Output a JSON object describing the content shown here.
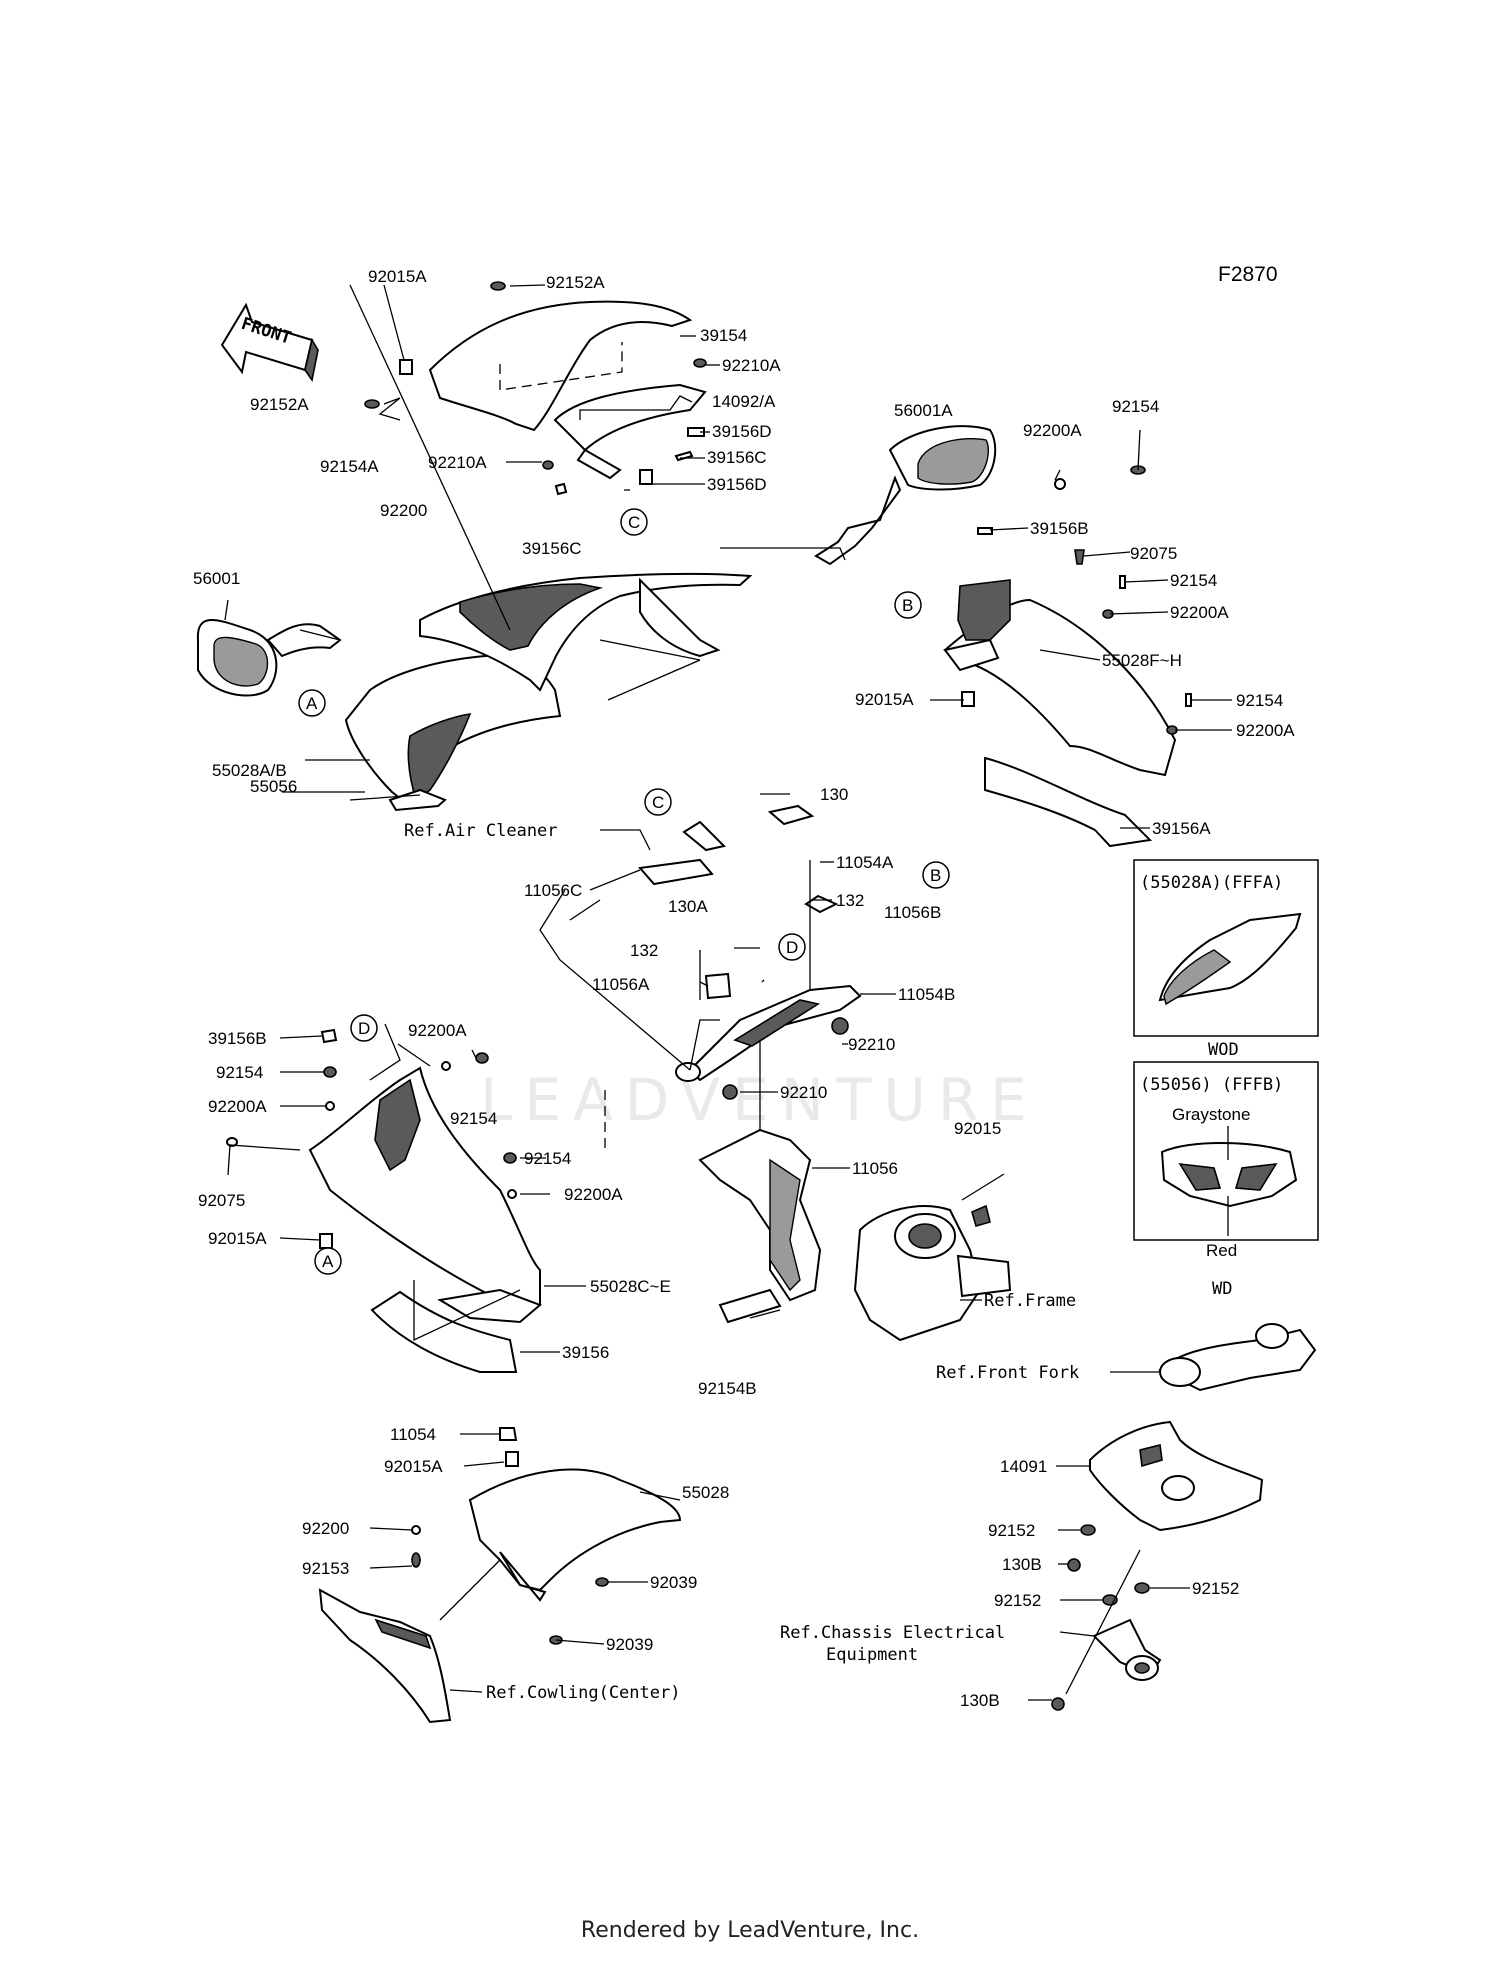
{
  "figure_code": "F2870",
  "front_label": "FRONT",
  "watermark": "LEADVENTURE",
  "footer": "Rendered by LeadVenture, Inc.",
  "callouts": {
    "A": "A",
    "B": "B",
    "C": "C",
    "D": "D"
  },
  "parts": {
    "p92015A_top": "92015A",
    "p92152A_top": "92152A",
    "p39154": "39154",
    "p92210A_r": "92210A",
    "p14092A": "14092/A",
    "p39156D_1": "39156D",
    "p39156C_1": "39156C",
    "p39156D_2": "39156D",
    "p92152A_l": "92152A",
    "p92210A_l": "92210A",
    "p39156C_2": "39156C",
    "p92154A": "92154A",
    "p92200": "92200",
    "p56001": "56001",
    "p55028AB": "55028A/B",
    "p55056": "55056",
    "p56001A": "56001A",
    "p92200A_tr": "92200A",
    "p92154_tr": "92154",
    "p39156B_r": "39156B",
    "p92075_r": "92075",
    "p92154_r2": "92154",
    "p92200A_r2": "92200A",
    "p55028FH": "55028F~H",
    "p92015A_mid": "92015A",
    "p92154_r3": "92154",
    "p92200A_r3": "92200A",
    "p39156A": "39156A",
    "ref_air_cleaner": "Ref.Air Cleaner",
    "p11056C": "11056C",
    "p130": "130",
    "p11054A": "11054A",
    "p132_a": "132",
    "p130A": "130A",
    "p11056B": "11056B",
    "p132_b": "132",
    "p11056A": "11056A",
    "p11054B": "11054B",
    "p92210_a": "92210",
    "p92210_b": "92210",
    "p11056": "11056",
    "p92015": "92015",
    "ref_frame": "Ref.Frame",
    "p92154B": "92154B",
    "p39156B_l": "39156B",
    "p92200A_l1": "92200A",
    "p92154_l1": "92154",
    "p92200A_l2": "92200A",
    "p92154_l2": "92154",
    "p92075_l": "92075",
    "p92015A_l": "92015A",
    "p92154_l3": "92154",
    "p92200A_l3": "92200A",
    "p55028CE": "55028C~E",
    "p39156": "39156",
    "p11054": "11054",
    "p92015A_b": "92015A",
    "p55028": "55028",
    "p92200_b": "92200",
    "p92153": "92153",
    "p92039_a": "92039",
    "p92039_b": "92039",
    "ref_cowling_center": "Ref.Cowling(Center)",
    "ref_front_fork": "Ref.Front Fork",
    "p14091": "14091",
    "p92152_a": "92152",
    "p130B_a": "130B",
    "p92152_b": "92152",
    "p92152_c": "92152",
    "ref_chassis_1": "Ref.Chassis Electrical",
    "ref_chassis_2": "Equipment",
    "p130B_b": "130B"
  },
  "inset1": {
    "title": "(55028A)(FFFA)",
    "caption": "WOD"
  },
  "inset2": {
    "title": "(55056) (FFFB)",
    "color_top": "Graystone",
    "color_bottom": "Red",
    "caption": "WD"
  }
}
